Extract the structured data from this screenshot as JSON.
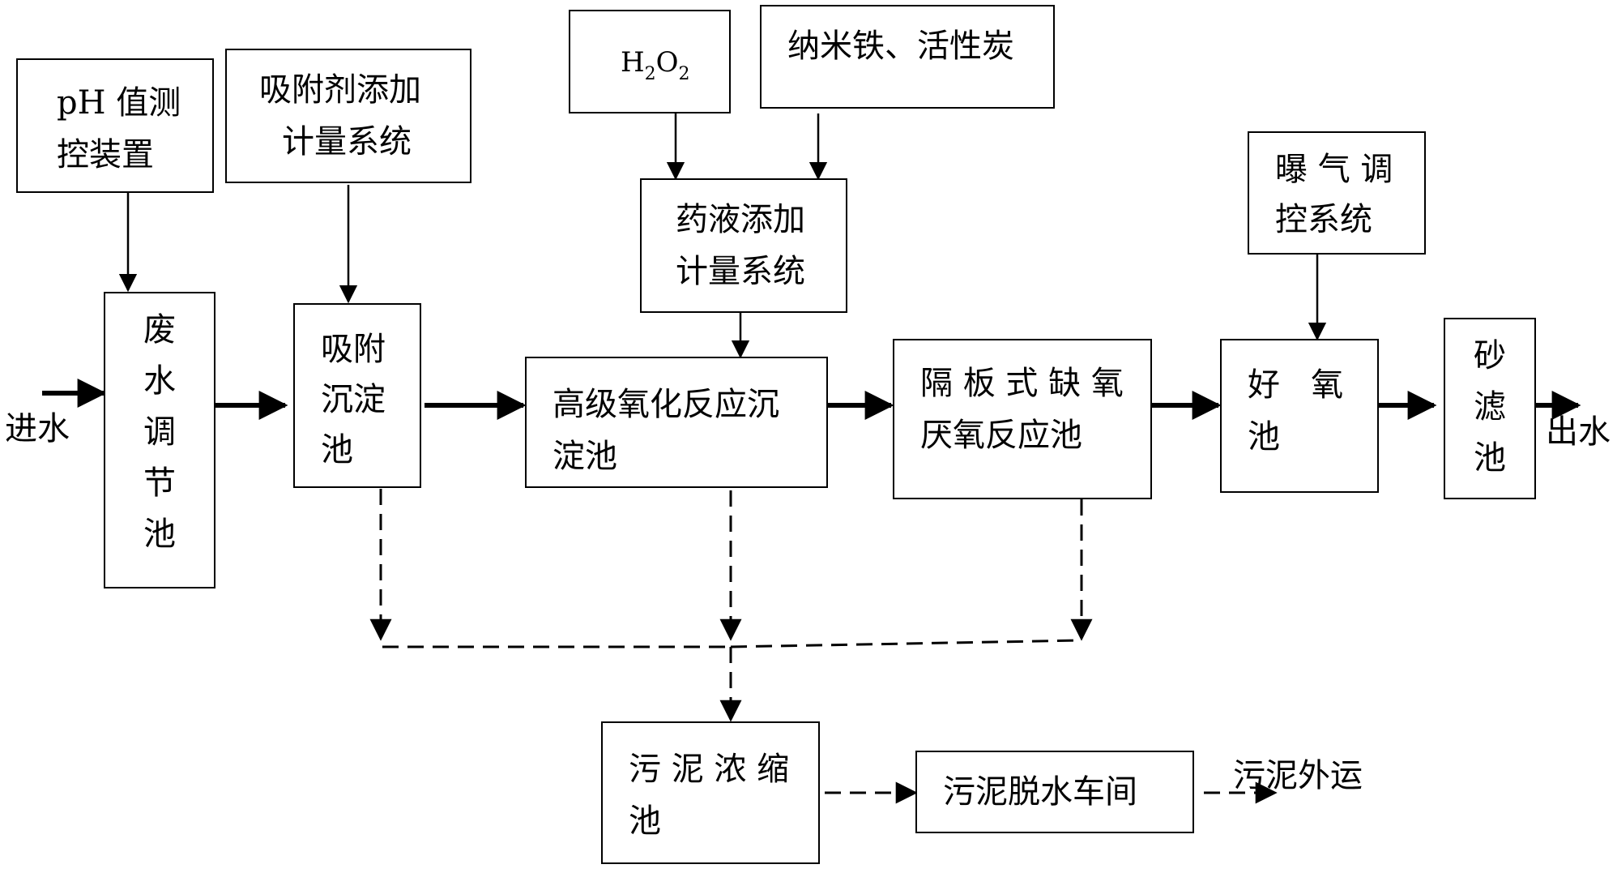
{
  "nodes": {
    "ph_control": {
      "line1": "pH 值测",
      "line2": "控装置"
    },
    "adsorbent_dosing": {
      "line1": "吸附剂添加",
      "line2": "计量系统"
    },
    "h2o2": {
      "base1": "H",
      "sub1": "2",
      "base2": "O",
      "sub2": "2"
    },
    "nano_iron": {
      "label": "纳米铁、活性炭"
    },
    "chemical_dosing": {
      "line1": "药液添加",
      "line2": "计量系统"
    },
    "aeration_control": {
      "line1": "曝 气 调",
      "line2": "控系统"
    },
    "regulating_tank": {
      "label": "废水调节池"
    },
    "adsorption_tank": {
      "line1": "吸附",
      "line2": "沉淀",
      "line3": "池"
    },
    "aop_tank": {
      "line1": "高级氧化反应沉",
      "line2": "淀池"
    },
    "anoxic_tank": {
      "line1": "隔 板 式 缺 氧",
      "line2": "厌氧反应池"
    },
    "aerobic_tank": {
      "line1": "好   氧",
      "line2": "池"
    },
    "sand_filter": {
      "label": "砂滤池"
    },
    "sludge_thickener": {
      "line1": "污 泥 浓 缩",
      "line2": "池"
    },
    "dewatering": {
      "label": "污泥脱水车间"
    }
  },
  "labels": {
    "water_in": "进水",
    "water_out": "出水",
    "sludge_out": "污泥外运"
  }
}
